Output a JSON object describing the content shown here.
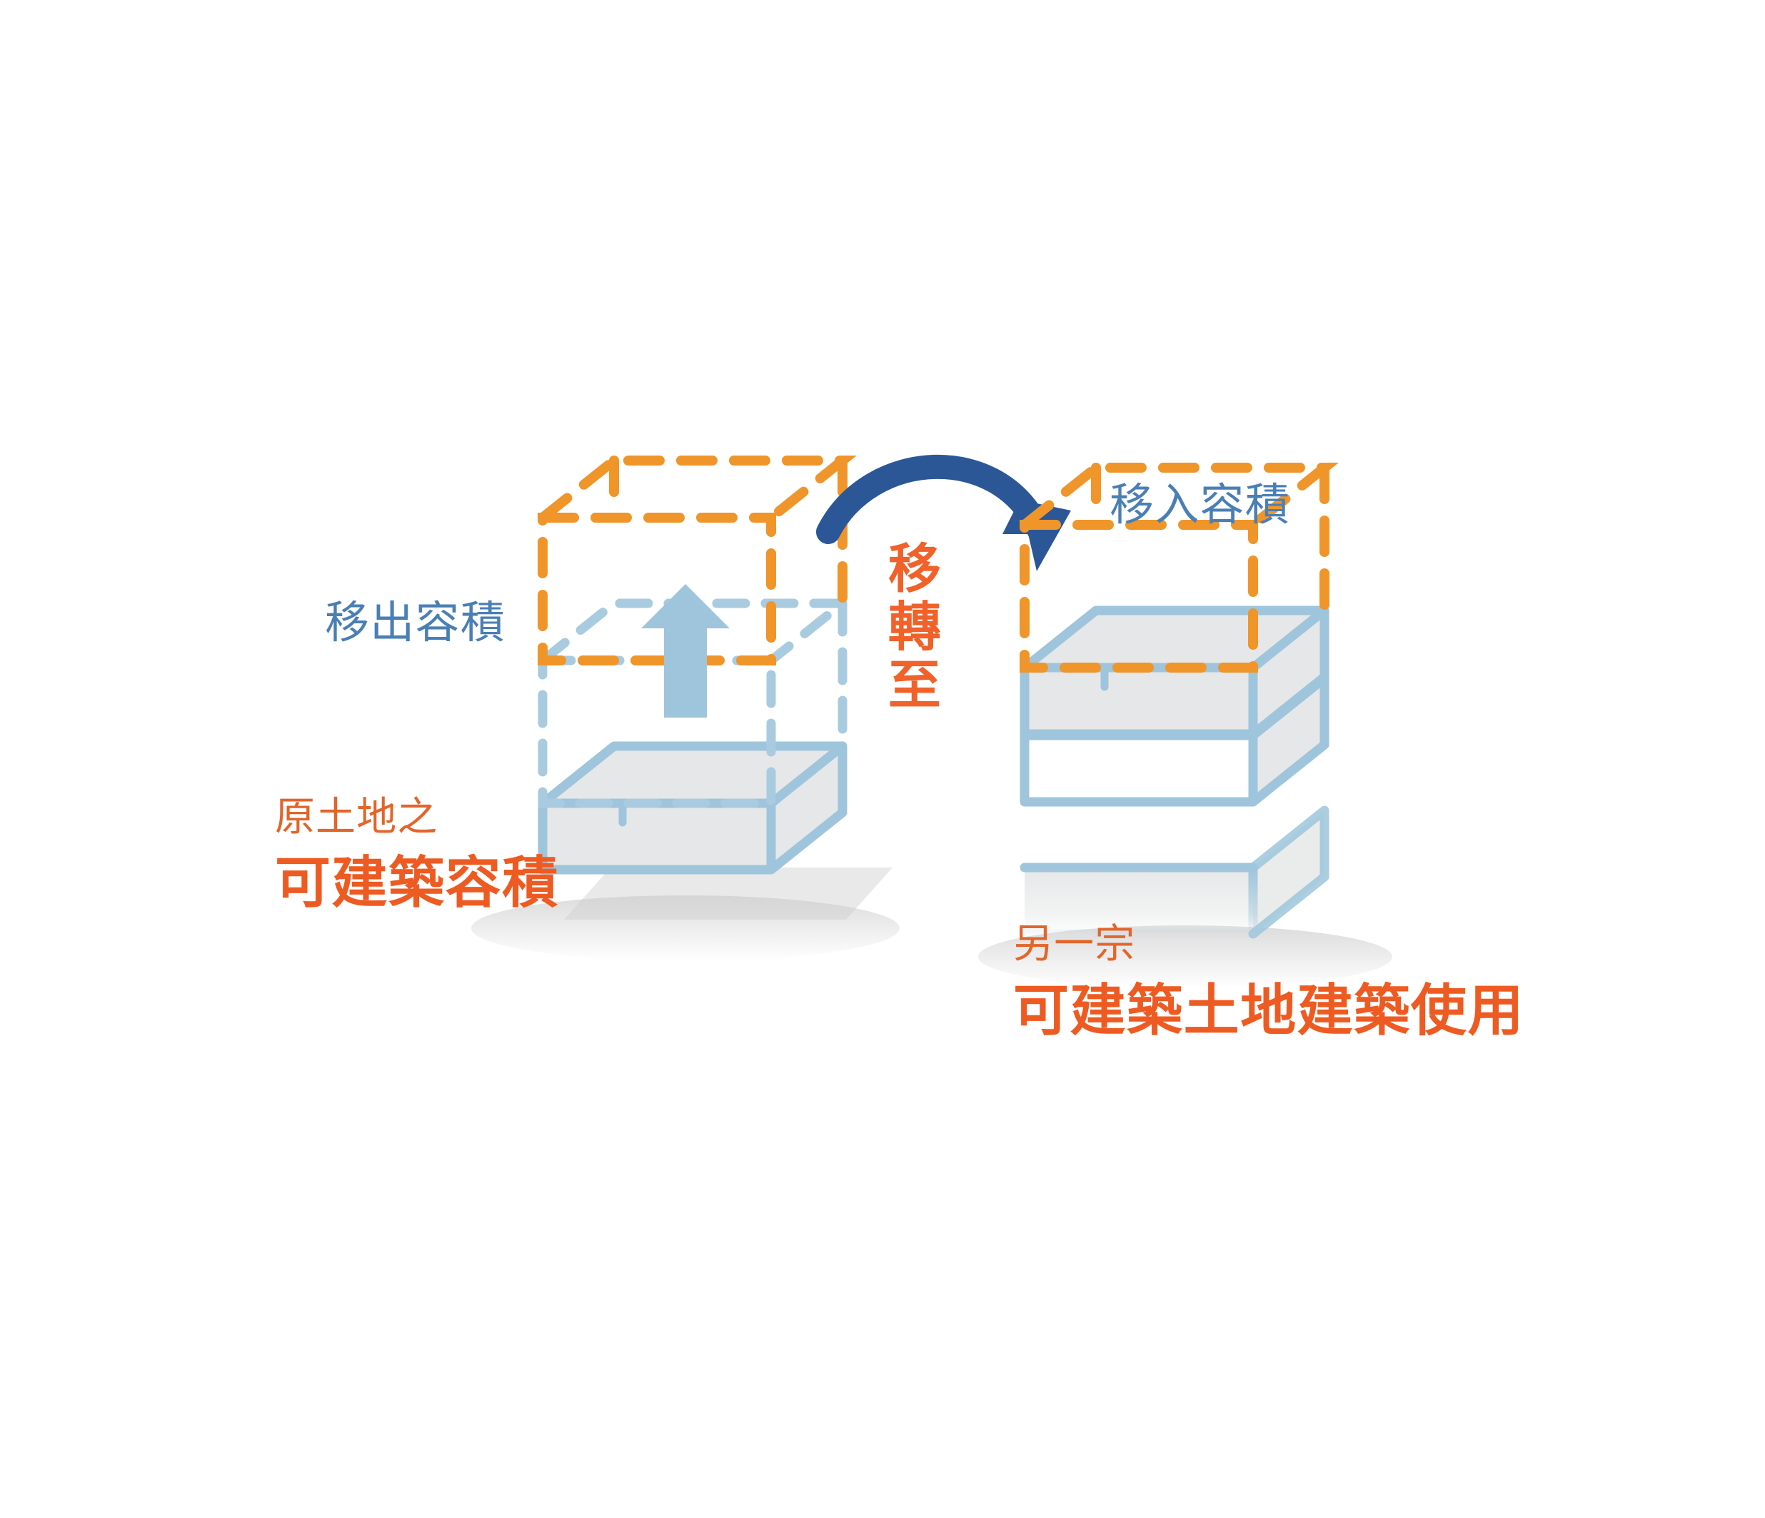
{
  "figure": {
    "title": "容積移轉示意圖",
    "background_color": "#ffffff",
    "palette": {
      "orange_dashed": "#F0952A",
      "blue_solid_outline": "#9EC5DC",
      "blue_dashed": "#A9CBE0",
      "arrow_blue": "#2B5797",
      "arrow_up_blue": "#9EC5DC",
      "slab_fill": "#E6E7E8",
      "label_blue": "#4A7FB5",
      "label_orange": "#EE5B22",
      "shadow": "#D9D9D9"
    }
  },
  "labels": {
    "move_out": "移出容積",
    "move_in": "移入容積",
    "transfer_to": "移轉至",
    "origin_small": "原土地之",
    "origin_big": "可建築容積",
    "other_small": "另一宗",
    "other_big": "可建築土地建築使用"
  },
  "shapes": {
    "left_group": {
      "orange_dashed_box": "移出容積虛線方塊",
      "blue_dashed_box": "原容積虛線方塊",
      "solid_slab_count": 1,
      "up_arrow": "向上箭頭"
    },
    "right_group": {
      "orange_dashed_box": "移入容積虛線方塊",
      "solid_slab_count": 3
    },
    "curved_arrow": "移轉箭頭"
  }
}
